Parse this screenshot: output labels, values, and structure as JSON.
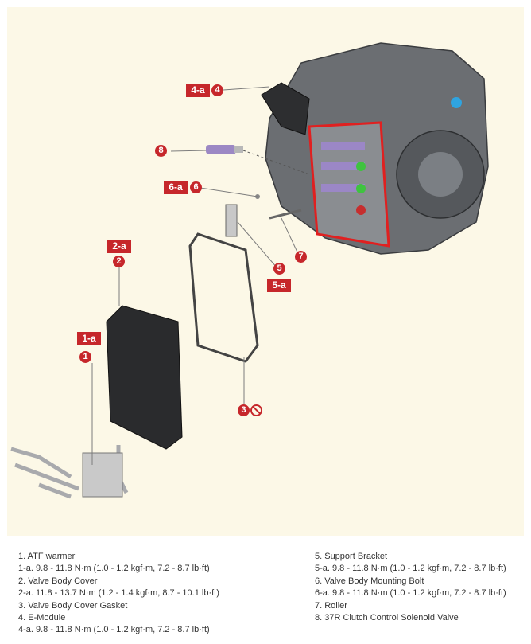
{
  "callouts": {
    "c1": {
      "tag": "1-a",
      "num": "1"
    },
    "c2": {
      "tag": "2-a",
      "num": "2"
    },
    "c3": {
      "num": "3"
    },
    "c4": {
      "tag": "4-a",
      "num": "4"
    },
    "c5": {
      "tag": "5-a",
      "num": "5"
    },
    "c6": {
      "tag": "6-a",
      "num": "6"
    },
    "c7": {
      "num": "7"
    },
    "c8": {
      "num": "8"
    }
  },
  "legend": {
    "left": [
      "1. ATF warmer",
      "1-a. 9.8 - 11.8 N·m (1.0 - 1.2 kgf·m, 7.2 - 8.7 lb·ft)",
      "2. Valve Body Cover",
      "2-a. 11.8 - 13.7 N·m (1.2 - 1.4 kgf·m, 8.7 - 10.1 lb·ft)",
      "3. Valve Body Cover Gasket",
      "4. E-Module",
      "4-a. 9.8 - 11.8 N·m (1.0 - 1.2 kgf·m, 7.2 - 8.7 lb·ft)"
    ],
    "right": [
      "5. Support Bracket",
      "5-a. 9.8 - 11.8 N·m (1.0 - 1.2 kgf·m, 7.2 - 8.7 lb·ft)",
      "6. Valve Body Mounting Bolt",
      "6-a. 9.8 - 11.8 N·m (1.0 - 1.2 kgf·m, 7.2 - 8.7 lb·ft)",
      "7. Roller",
      "8. 37R Clutch Control Solenoid Valve"
    ]
  },
  "colors": {
    "callout": "#c6272b",
    "background": "#fcf8e7",
    "gasket_outline": "#e02020"
  }
}
